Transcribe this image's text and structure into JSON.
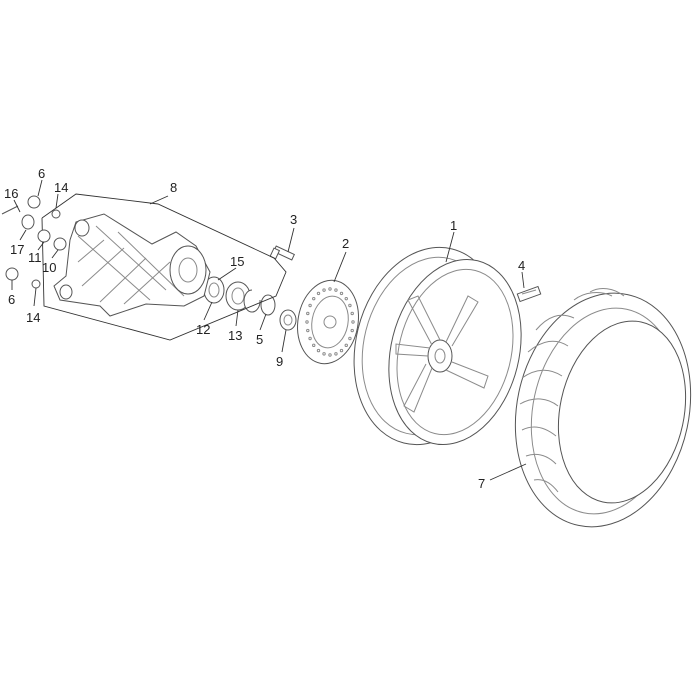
{
  "diagram": {
    "type": "exploded-parts-view",
    "line_color": "#555555",
    "callouts": [
      {
        "id": "c1",
        "label": "1"
      },
      {
        "id": "c2",
        "label": "2"
      },
      {
        "id": "c3",
        "label": "3"
      },
      {
        "id": "c4",
        "label": "4"
      },
      {
        "id": "c5",
        "label": "5"
      },
      {
        "id": "c6a",
        "label": "6"
      },
      {
        "id": "c6b",
        "label": "6"
      },
      {
        "id": "c7",
        "label": "7"
      },
      {
        "id": "c8",
        "label": "8"
      },
      {
        "id": "c9",
        "label": "9"
      },
      {
        "id": "c10",
        "label": "10"
      },
      {
        "id": "c11",
        "label": "11"
      },
      {
        "id": "c12",
        "label": "12"
      },
      {
        "id": "c13",
        "label": "13"
      },
      {
        "id": "c14a",
        "label": "14"
      },
      {
        "id": "c14b",
        "label": "14"
      },
      {
        "id": "c15",
        "label": "15"
      },
      {
        "id": "c16",
        "label": "16"
      },
      {
        "id": "c17",
        "label": "17"
      }
    ]
  }
}
